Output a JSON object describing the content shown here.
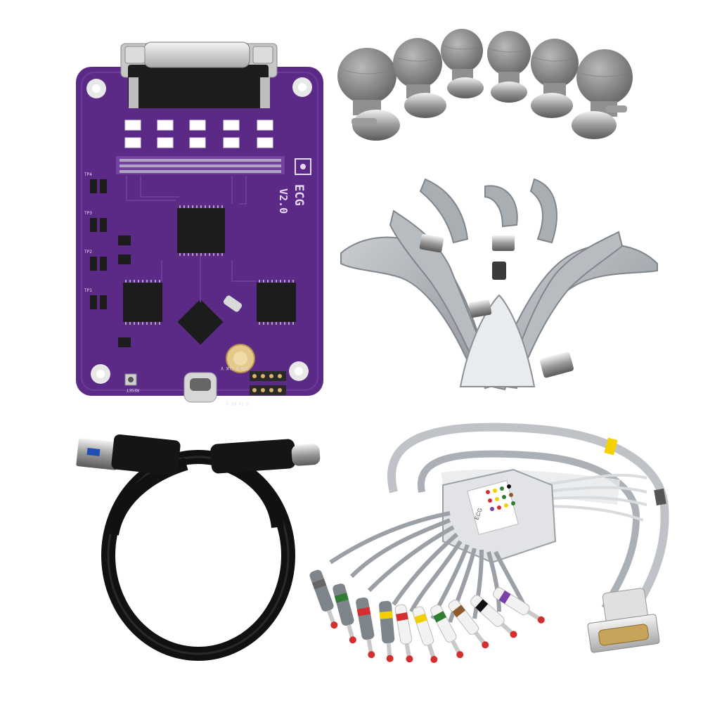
{
  "pcb": {
    "logo_label": "ECG",
    "version_label": "V2.0",
    "button_label": "RESET",
    "pin_labels_top": "DIO G CLK V",
    "pin_labels_bottom": "G TX RX V",
    "tp_labels": [
      "TP1",
      "TP2",
      "TP3",
      "TP4"
    ],
    "board_color": "#5b2a86"
  },
  "cable_box": {
    "label": "ECG"
  },
  "lead_colors": [
    "#ffffff",
    "#ffffff",
    "#2e7d32",
    "#d32f2f",
    "#f2d000",
    "#d32f2f",
    "#f2d000",
    "#2e7d32",
    "#8d5a2b",
    "#111111",
    "#7b3fa8"
  ],
  "items": [
    "ecg-board",
    "suction-electrodes",
    "limb-clamp-electrodes",
    "usb-cable",
    "ecg-lead-cable"
  ]
}
